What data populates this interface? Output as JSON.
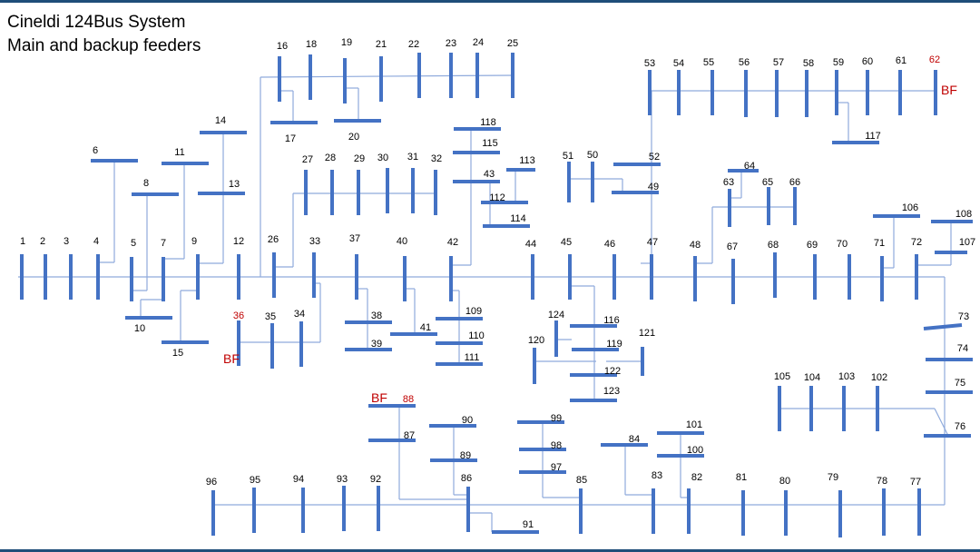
{
  "title": {
    "line1": "Cineldi 124Bus System",
    "line2": "Main and backup feeders"
  },
  "colors": {
    "bus": "#4472c4",
    "line": "#8faadc",
    "backup_bus_label": "#c00000",
    "frame": "#1f4e79"
  },
  "backup_feeder_label": "BF",
  "buses": [
    "1",
    "2",
    "3",
    "4",
    "5",
    "6",
    "7",
    "8",
    "9",
    "10",
    "11",
    "12",
    "13",
    "14",
    "15",
    "16",
    "17",
    "18",
    "19",
    "20",
    "21",
    "22",
    "23",
    "24",
    "25",
    "26",
    "27",
    "28",
    "29",
    "30",
    "31",
    "32",
    "33",
    "34",
    "35",
    "36",
    "37",
    "38",
    "39",
    "40",
    "41",
    "42",
    "43",
    "44",
    "45",
    "46",
    "47",
    "48",
    "49",
    "50",
    "51",
    "52",
    "53",
    "54",
    "55",
    "56",
    "57",
    "58",
    "59",
    "60",
    "61",
    "62",
    "63",
    "64",
    "65",
    "66",
    "67",
    "68",
    "69",
    "70",
    "71",
    "72",
    "73",
    "74",
    "75",
    "76",
    "77",
    "78",
    "79",
    "80",
    "81",
    "82",
    "83",
    "84",
    "85",
    "86",
    "87",
    "88",
    "89",
    "90",
    "91",
    "92",
    "93",
    "94",
    "95",
    "96",
    "97",
    "98",
    "99",
    "100",
    "101",
    "102",
    "103",
    "104",
    "105",
    "106",
    "107",
    "108",
    "109",
    "110",
    "111",
    "112",
    "113",
    "114",
    "115",
    "116",
    "117",
    "118",
    "119",
    "120",
    "121",
    "122",
    "123",
    "124"
  ],
  "backup_feeder_buses": [
    "36",
    "62",
    "88"
  ],
  "main_feeder_source_bus": "1"
}
